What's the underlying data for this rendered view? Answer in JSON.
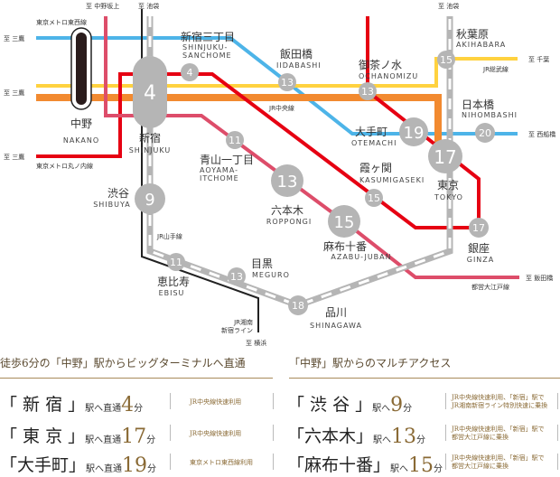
{
  "colors": {
    "tozai": "#4db4e8",
    "sobu": "#ffd23f",
    "chuo": "#f28a30",
    "marunouchi": "#e60012",
    "oedo": "#dd4d6a",
    "yamanote": "#b5b5b5",
    "shonan": "#222222",
    "gold": "#8a6a35"
  },
  "map": {
    "to_mitaka": "至 三鷹",
    "to_nakanosakaue": "至 中野坂上",
    "to_ikebukuro": "至 池袋",
    "to_chiba": "至 千葉",
    "to_nishifunabashi": "至 西船橋",
    "to_iidabashi": "至 飯田橋",
    "to_yokohama": "至 横浜",
    "line_tozai": "東京メトロ東西線",
    "line_marunouchi": "東京メトロ丸ノ内線",
    "line_chuo": "JR中央線",
    "line_sobu": "JR総武線",
    "line_yamanote": "JR山手線",
    "line_shonan_1": "JR湘南",
    "line_shonan_2": "新宿ライン",
    "line_oedo": "都営大江戸線",
    "stations": {
      "nakano": {
        "jp": "中野",
        "en": "NAKANO"
      },
      "shinjuku": {
        "jp": "新宿",
        "en": "SHINJUKU",
        "min": "4"
      },
      "shinjuku_sanchome": {
        "jp": "新宿三丁目",
        "en1": "SHINJUKU-",
        "en2": "SANCHOME",
        "min": "4"
      },
      "iidabashi": {
        "jp": "飯田橋",
        "en": "IIDABASHI",
        "min": "13"
      },
      "ochanomizu": {
        "jp": "御茶ノ水",
        "en": "OCHANOMIZU",
        "min": "13"
      },
      "akihabara": {
        "jp": "秋葉原",
        "en": "AKIHABARA",
        "min": "15"
      },
      "nihombashi": {
        "jp": "日本橋",
        "en": "NIHOMBASHI",
        "min": "20"
      },
      "otemachi": {
        "jp": "大手町",
        "en": "OTEMACHI",
        "min": "19"
      },
      "tokyo": {
        "jp": "東京",
        "en": "TOKYO",
        "min": "17"
      },
      "aoyama": {
        "jp": "青山一丁目",
        "en1": "AOYAMA-",
        "en2": "ITCHOME",
        "min": "11"
      },
      "roppongi": {
        "jp": "六本木",
        "en": "ROPPONGI",
        "min": "13"
      },
      "kasumigaseki": {
        "jp": "霞ヶ関",
        "en": "KASUMIGASEKI",
        "min": "15"
      },
      "azabu": {
        "jp": "麻布十番",
        "en": "AZABU-JUBAN",
        "min": "15"
      },
      "ginza": {
        "jp": "銀座",
        "en": "GINZA",
        "min": "17"
      },
      "shibuya": {
        "jp": "渋谷",
        "en": "SHIBUYA",
        "min": "9"
      },
      "ebisu": {
        "jp": "恵比寿",
        "en": "EBISU",
        "min": "11"
      },
      "meguro": {
        "jp": "目黒",
        "en": "MEGURO",
        "min": "13"
      },
      "shinagawa": {
        "jp": "品川",
        "en": "SHINAGAWA",
        "min": "18"
      }
    }
  },
  "left": {
    "heading": "徒歩6分の「中野」駅からビッグターミナルへ直通",
    "rows": [
      {
        "name": "「 新 宿 」",
        "suffix": "駅へ直通",
        "mins": "4",
        "unit": "分",
        "note": "JR中央線快速利用"
      },
      {
        "name": "「 東 京 」",
        "suffix": "駅へ直通",
        "mins": "17",
        "unit": "分",
        "note": "JR中央線快速利用"
      },
      {
        "name": "「大手町」",
        "suffix": "駅へ直通",
        "mins": "19",
        "unit": "分",
        "note": "東京メトロ東西線利用"
      }
    ]
  },
  "right": {
    "heading": "「中野」駅からのマルチアクセス",
    "rows": [
      {
        "name": "「 渋 谷 」",
        "suffix": "駅へ",
        "mins": "9",
        "unit": "分",
        "note1": "JR中央線快速利用、「新宿」駅で",
        "note2": "JR湘南新宿ライン特別快速に乗換"
      },
      {
        "name": "「六本木」",
        "suffix": "駅へ",
        "mins": "13",
        "unit": "分",
        "note1": "JR中央線快速利用、「新宿」駅で",
        "note2": "都営大江戸線に乗換"
      },
      {
        "name": "「麻布十番」",
        "suffix": "駅へ",
        "mins": "15",
        "unit": "分",
        "note1": "JR中央線快速利用、「新宿」駅で",
        "note2": "都営大江戸線に乗換"
      }
    ]
  }
}
